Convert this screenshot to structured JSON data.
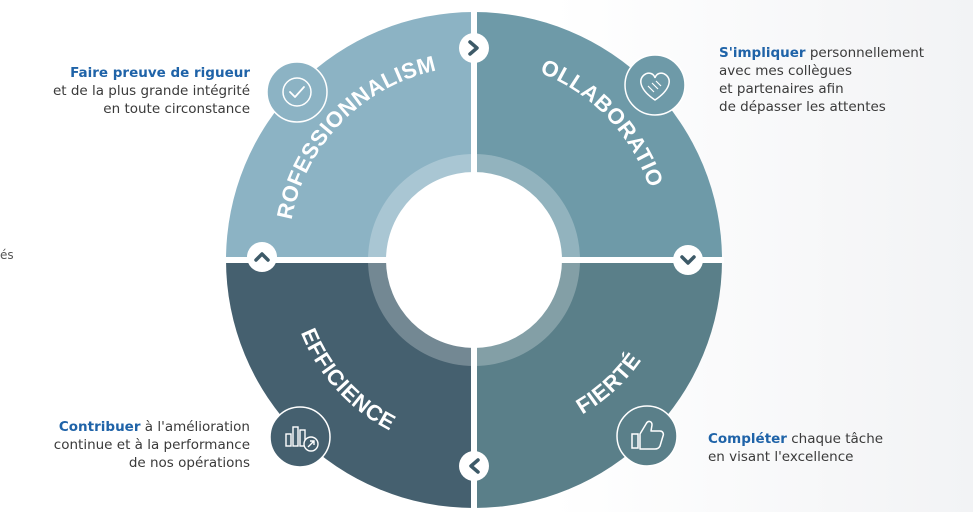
{
  "left_stub_text": "és",
  "segments": [
    {
      "id": "professionnalisme",
      "label": "PROFESSIONNALISME",
      "color": "#8cb3c4",
      "icon": "check-circle-icon",
      "nav_icon": "chevron-right-icon",
      "desc_bold": "Faire preuve de rigueur",
      "desc_rest": [
        "et de la plus grande intégrité",
        "en toute circonstance"
      ]
    },
    {
      "id": "collaboration",
      "label": "COLLABORATION",
      "color": "#6e9aa8",
      "icon": "handshake-heart-icon",
      "nav_icon": "chevron-down-icon",
      "desc_bold": "S'impliquer",
      "desc_rest_inline": " personnellement",
      "desc_rest": [
        "avec mes collègues",
        "et partenaires afin",
        "de dépasser les attentes"
      ]
    },
    {
      "id": "fierte",
      "label": "FIERTÉ",
      "color": "#5a7f89",
      "icon": "thumbs-up-icon",
      "nav_icon": "chevron-left-icon",
      "desc_bold": "Compléter",
      "desc_rest_inline": " chaque tâche",
      "desc_rest": [
        "en visant l'excellence"
      ]
    },
    {
      "id": "efficience",
      "label": "EFFICIENCE",
      "color": "#45606f",
      "icon": "chart-growth-icon",
      "nav_icon": "chevron-up-icon",
      "desc_bold": "Contribuer",
      "desc_rest_inline": " à l'amélioration",
      "desc_rest": [
        "continue et à la performance",
        "de nos opérations"
      ]
    }
  ]
}
